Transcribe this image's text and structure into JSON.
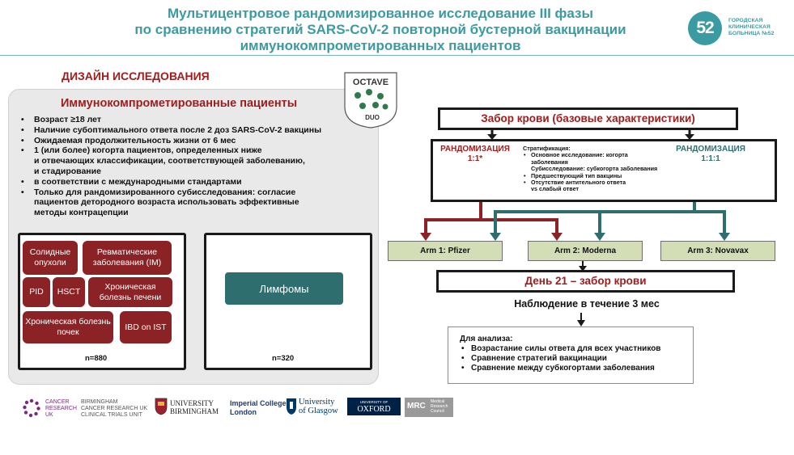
{
  "header": {
    "title_lines": [
      "Мультицентровое рандомизированное исследование III фазы",
      "по сравнению стратегий SARS-CoV-2 повторной бустерной вакцинации",
      "иммунокомпрометированных пациентов"
    ],
    "hospital_logo_text": "52",
    "hospital_name_lines": [
      "ГОРОДСКАЯ",
      "КЛИНИЧЕСКАЯ",
      "БОЛЬНИЦА №52"
    ]
  },
  "design_title": "ДИЗАЙН ИССЛЕДОВАНИЯ",
  "octave_logo": {
    "top": "OCTAVE",
    "bottom": "DUO"
  },
  "patients": {
    "title": "Иммунокомпрометированные пациенты",
    "criteria": [
      "Возраст ≥18 лет",
      "Наличие субоптимального ответа после 2 доз SARS-CoV-2 вакцины",
      "Ожидаемая продолжительность жизни от 6 мес",
      "1 (или более) когорта пациентов, определенных ниже",
      "и отвечающих классификации, соответствующей заболеванию,",
      "и стадирование",
      "в соответствии с международными стандартами",
      "Только для рандомизированного субисследования: согласие",
      "пациентов детородного возраста использовать эффективные",
      "методы контрацепции"
    ]
  },
  "cohorts": {
    "group1": {
      "tiles": [
        "Солидные опухоли",
        "Ревматические заболевания (IM)",
        "PID",
        "HSCT",
        "Хроническая болезнь печени",
        "Хроническая болезнь почек",
        "IBD on IST"
      ],
      "n": "n=880"
    },
    "group2": {
      "tile": "Лимфомы",
      "n": "n=320"
    }
  },
  "flow": {
    "baseline": "Забор крови (базовые характеристики)",
    "rand_left": [
      "РАНДОМИЗАЦИЯ",
      "1:1*"
    ],
    "rand_right": [
      "РАНДОМИЗАЦИЯ",
      "1:1:1"
    ],
    "stratification": {
      "title": "Стратификация:",
      "items": [
        "Основное исследование: когорта",
        "заболевания",
        "Субисследование: субкогорта заболевания",
        "Предшествующий тип вакцины",
        "Отсутствие антительного ответа",
        "vs слабый ответ"
      ]
    },
    "arms": [
      "Arm 1: Pfizer",
      "Arm 2: Moderna",
      "Arm 3: Novavax"
    ],
    "day21": "День 21 – забор крови",
    "observation": "Наблюдение в течение 3 мес",
    "analysis": {
      "title": "Для анализа:",
      "items": [
        "Возрастание силы ответа для всех участников",
        "Сравнение стратегий вакцинации",
        "Сравнение между субкогортами заболевания"
      ]
    }
  },
  "logos": {
    "cruk": [
      "CANCER",
      "RESEARCH",
      "UK"
    ],
    "bctu": [
      "BIRMINGHAM",
      "CANCER RESEARCH UK",
      "CLINICAL TRIALS UNIT"
    ],
    "birmingham": [
      "UNIVERSITY",
      "BIRMINGHAM"
    ],
    "imperial": [
      "Imperial College",
      "London"
    ],
    "glasgow": [
      "University",
      "of Glasgow"
    ],
    "oxford_small": "UNIVERSITY OF",
    "oxford": "OXFORD",
    "mrc": "MRC",
    "mrc_text": [
      "Medical",
      "Research",
      "Council"
    ]
  },
  "colors": {
    "teal": "#3b9ba3",
    "dark_red": "#8b2226",
    "dark_teal": "#2f6e6e",
    "arm_fill": "#d3ddb6"
  }
}
